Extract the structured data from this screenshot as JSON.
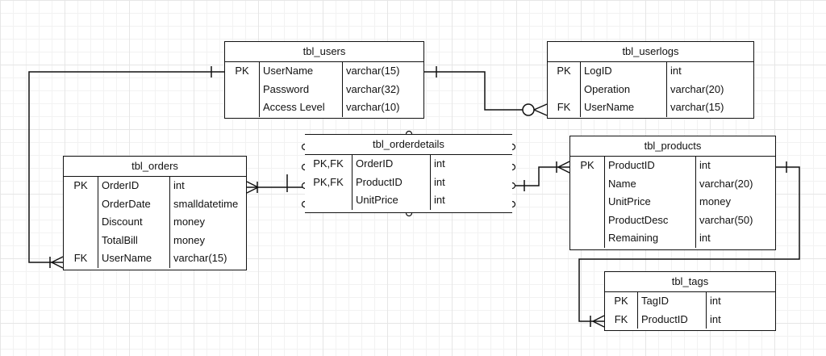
{
  "entities": {
    "users": {
      "title": "tbl_users",
      "rows": [
        {
          "key": "PK",
          "name": "UserName",
          "type": "varchar(15)"
        },
        {
          "key": "",
          "name": "Password",
          "type": "varchar(32)"
        },
        {
          "key": "",
          "name": "Access Level",
          "type": "varchar(10)"
        }
      ]
    },
    "userlogs": {
      "title": "tbl_userlogs",
      "rows": [
        {
          "key": "PK",
          "name": "LogID",
          "type": "int"
        },
        {
          "key": "",
          "name": "Operation",
          "type": "varchar(20)"
        },
        {
          "key": "FK",
          "name": "UserName",
          "type": "varchar(15)"
        }
      ]
    },
    "orders": {
      "title": "tbl_orders",
      "rows": [
        {
          "key": "PK",
          "name": "OrderID",
          "type": "int"
        },
        {
          "key": "",
          "name": "OrderDate",
          "type": "smalldatetime"
        },
        {
          "key": "",
          "name": "Discount",
          "type": "money"
        },
        {
          "key": "",
          "name": "TotalBill",
          "type": "money"
        },
        {
          "key": "FK",
          "name": "UserName",
          "type": "varchar(15)"
        }
      ]
    },
    "orderdetails": {
      "title": "tbl_orderdetails",
      "rows": [
        {
          "key": "PK,FK",
          "name": "OrderID",
          "type": "int"
        },
        {
          "key": "PK,FK",
          "name": "ProductID",
          "type": "int"
        },
        {
          "key": "",
          "name": "UnitPrice",
          "type": "int"
        }
      ]
    },
    "products": {
      "title": "tbl_products",
      "rows": [
        {
          "key": "PK",
          "name": "ProductID",
          "type": "int"
        },
        {
          "key": "",
          "name": "Name",
          "type": "varchar(20)"
        },
        {
          "key": "",
          "name": "UnitPrice",
          "type": "money"
        },
        {
          "key": "",
          "name": "ProductDesc",
          "type": "varchar(50)"
        },
        {
          "key": "",
          "name": "Remaining",
          "type": "int"
        }
      ]
    },
    "tags": {
      "title": "tbl_tags",
      "rows": [
        {
          "key": "PK",
          "name": "TagID",
          "type": "int"
        },
        {
          "key": "FK",
          "name": "ProductID",
          "type": "int"
        }
      ]
    }
  },
  "colors": {
    "line": "#111111",
    "grid": "#e6e6e6"
  }
}
